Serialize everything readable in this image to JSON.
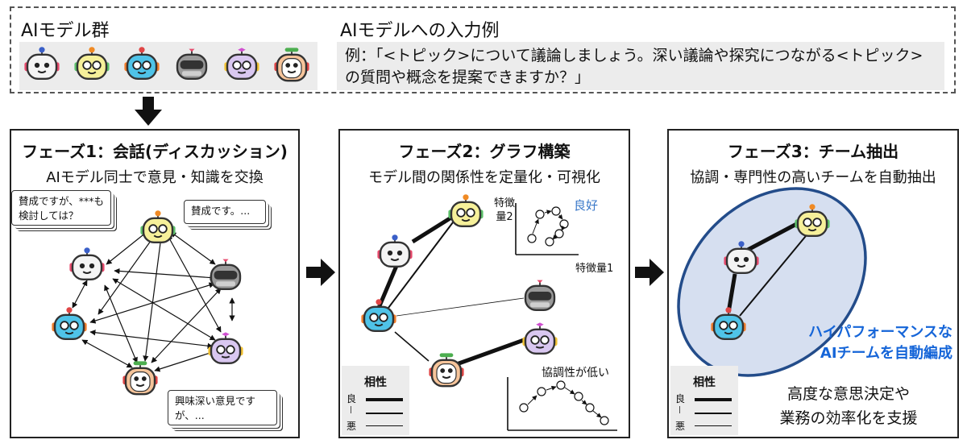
{
  "top": {
    "models_title": "AIモデル群",
    "input_title": "AIモデルへの入力例",
    "input_example": "例：「<トピック>について議論しましょう。深い議論や探究につながる<トピック>の質問や概念を提案できますか？」"
  },
  "phase1": {
    "title": "フェーズ1：会話(ディスカッション)",
    "subtitle": "AIモデル同士で意見・知識を交換",
    "bubble1": "賛成ですが、***も検討しては？",
    "bubble2": "賛成です。...",
    "bubble3": "興味深い意見ですが、..."
  },
  "phase2": {
    "title": "フェーズ2：グラフ構築",
    "subtitle": "モデル間の関係性を定量化・可視化",
    "axis_y": "特徴量2",
    "axis_x": "特徴量1",
    "good_label": "良好",
    "low_label": "協調性が低い",
    "legend_title": "相性",
    "legend_good": "良",
    "legend_bad": "悪"
  },
  "phase3": {
    "title": "フェーズ3：チーム抽出",
    "subtitle": "協調・専門性の高いチームを自動抽出",
    "team_label_1": "ハイパフォーマンスな",
    "team_label_2": "AIチームを自動編成",
    "legend_title": "相性",
    "legend_good": "良",
    "legend_bad": "悪",
    "conclusion_1": "高度な意思決定や",
    "conclusion_2": "業務の効率化を支援"
  },
  "colors": {
    "white_robot": "#f4f4f4",
    "yellow_robot": "#f6f09a",
    "blue_robot": "#4fc3e8",
    "gray_robot": "#9a9a9a",
    "purple_robot": "#d9c7f0",
    "orange_robot": "#f6c49a",
    "highlight": "#1565d8",
    "team_ellipse": "#d6dff0",
    "team_border": "#234c8a"
  },
  "icons": [
    "robot-white-icon",
    "robot-yellow-icon",
    "robot-blue-icon",
    "robot-gray-icon",
    "robot-purple-icon",
    "robot-orange-icon",
    "arrow-down-icon",
    "arrow-right-icon"
  ]
}
